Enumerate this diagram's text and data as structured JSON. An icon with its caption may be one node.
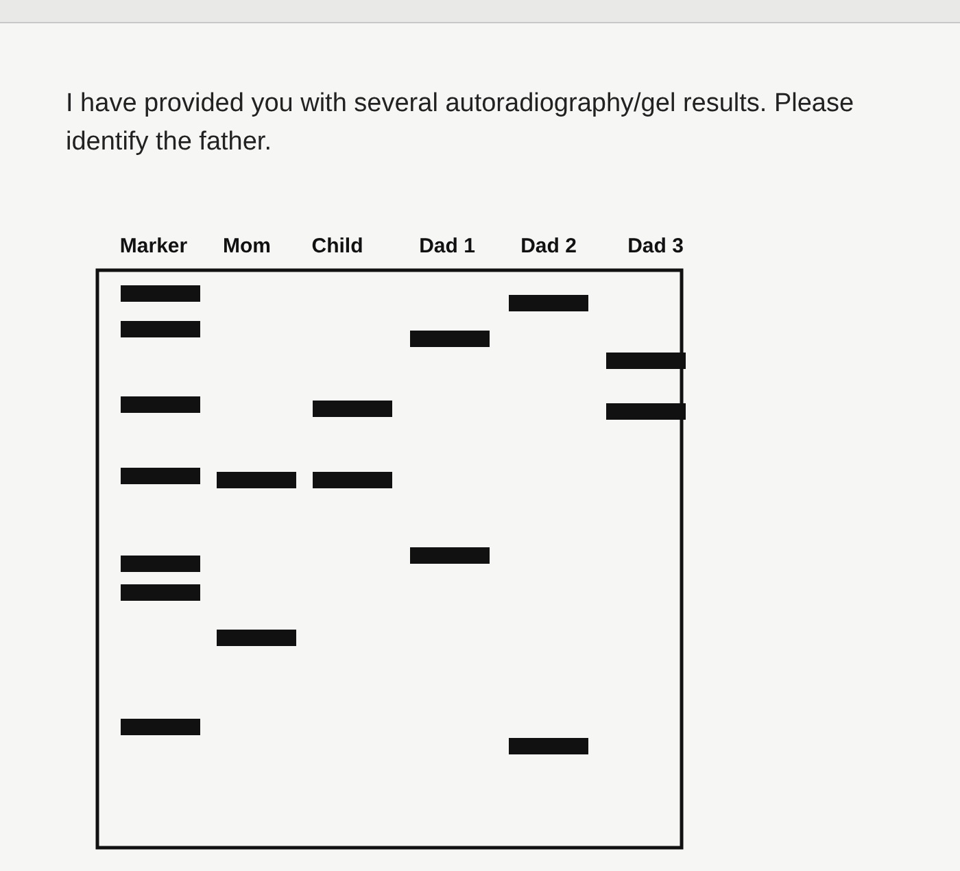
{
  "diagram": {
    "labels": [
      "I have provided you with several autoradiography/gel results. Please identify the father.",
      "Marker",
      "Mom",
      "Child",
      "Dad 1",
      "Dad 2",
      "Dad 3"
    ]
  }
}
